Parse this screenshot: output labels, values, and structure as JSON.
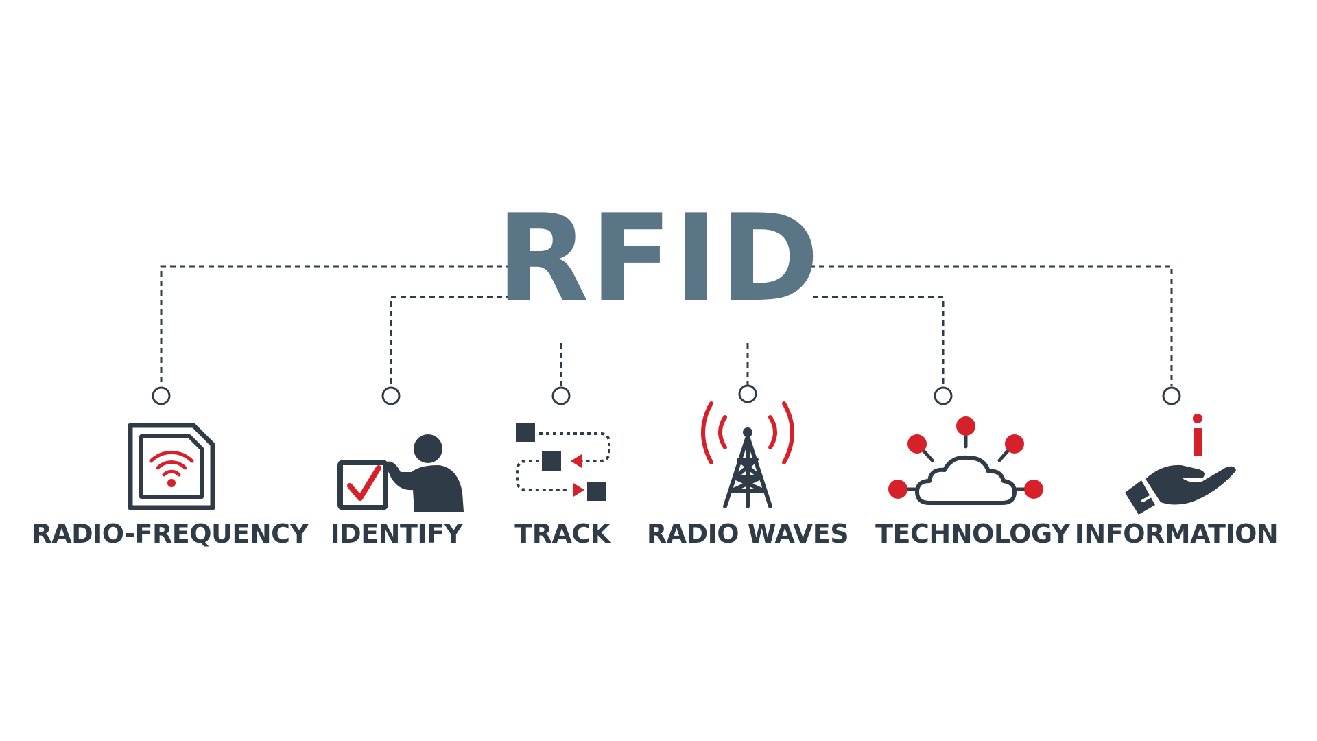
{
  "title": "RFID",
  "colors": {
    "title": "#5a7585",
    "dark": "#2f3c47",
    "accent": "#d6202a",
    "background": "#ffffff"
  },
  "items": [
    {
      "label": "RADIO-FREQUENCY",
      "icon": "rfid-tag-icon"
    },
    {
      "label": "IDENTIFY",
      "icon": "identify-person-icon"
    },
    {
      "label": "TRACK",
      "icon": "track-flow-icon"
    },
    {
      "label": "RADIO WAVES",
      "icon": "radio-tower-icon"
    },
    {
      "label": "TECHNOLOGY",
      "icon": "cloud-network-icon"
    },
    {
      "label": "INFORMATION",
      "icon": "hand-info-icon"
    }
  ]
}
